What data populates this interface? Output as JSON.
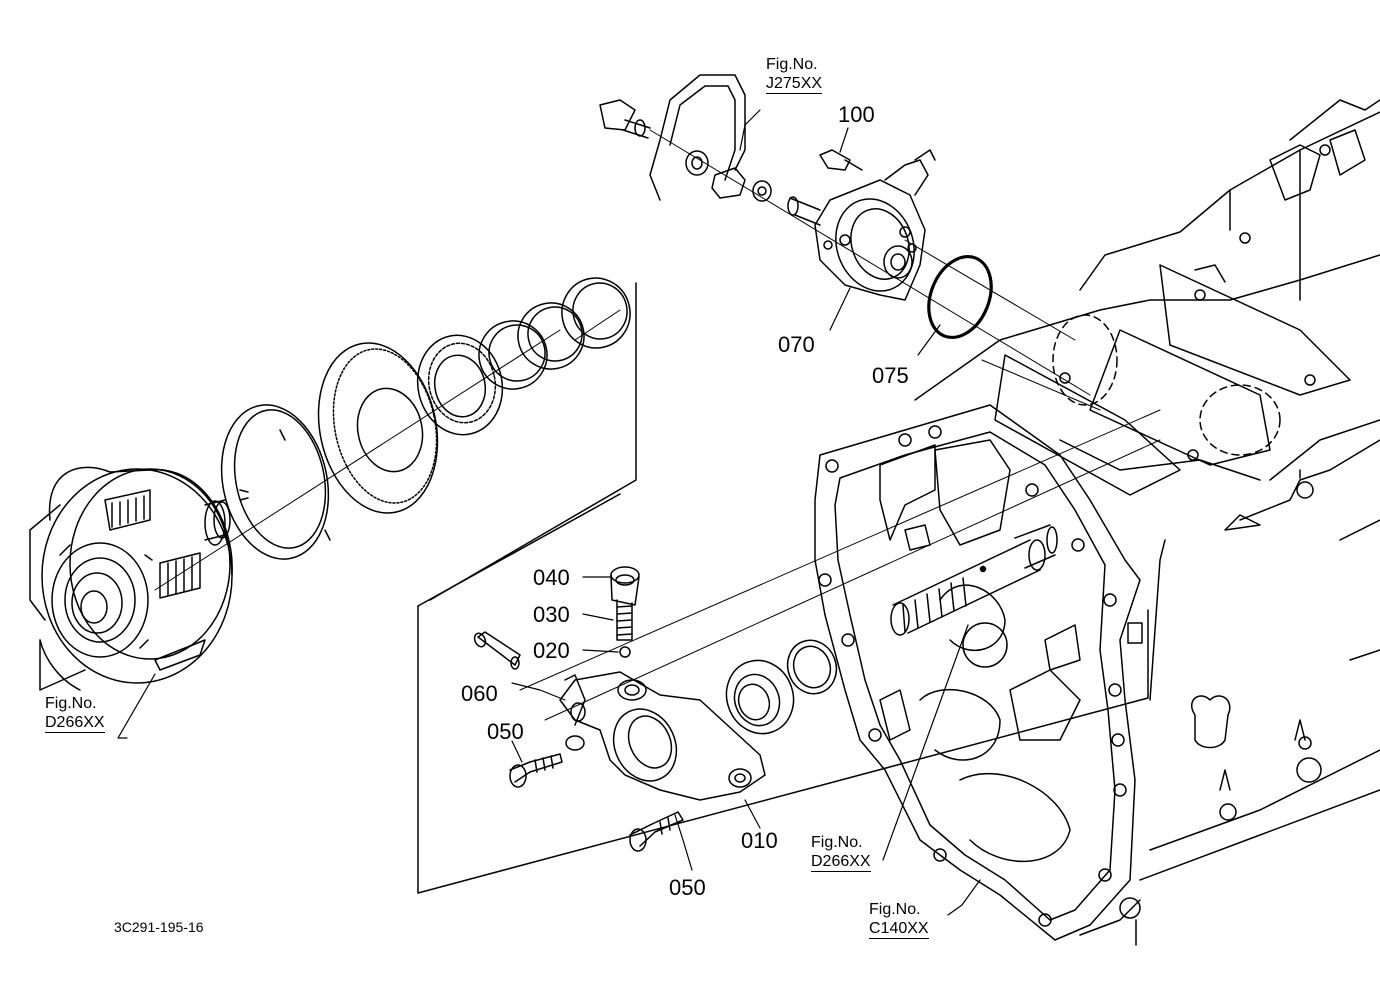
{
  "drawing_code": "3C291-195-16",
  "part_labels": {
    "p010": "010",
    "p020": "020",
    "p030": "030",
    "p040": "040",
    "p050a": "050",
    "p050b": "050",
    "p060": "060",
    "p070": "070",
    "p075": "075",
    "p100": "100"
  },
  "figure_refs": [
    {
      "line1": "Fig.No.",
      "line2": "J275XX"
    },
    {
      "line1": "Fig.No.",
      "line2": "D266XX"
    },
    {
      "line1": "Fig.No.",
      "line2": "D266XX"
    },
    {
      "line1": "Fig.No.",
      "line2": "C140XX"
    }
  ]
}
